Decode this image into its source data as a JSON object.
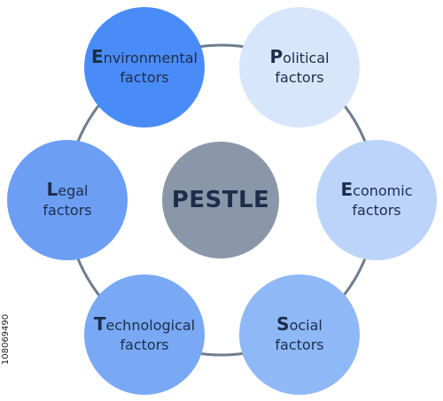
{
  "colors": {
    "ring": "#6f7c8e",
    "center": "#8a97a9",
    "text": "#1c2e4a",
    "environmental": "#4a8cf7",
    "political": "#d8e6fc",
    "economic": "#bcd4fa",
    "social": "#8fb8f7",
    "technological": "#79a9f5",
    "legal": "#6c9ef4"
  },
  "center": {
    "label": "PESTLE"
  },
  "nodes": [
    {
      "key": "environmental",
      "initial": "E",
      "rest": "nvironmental",
      "line2": "factors"
    },
    {
      "key": "political",
      "initial": "P",
      "rest": "olitical",
      "line2": "factors"
    },
    {
      "key": "economic",
      "initial": "E",
      "rest": "conomic",
      "line2": "factors"
    },
    {
      "key": "social",
      "initial": "S",
      "rest": "ocial",
      "line2": "factors"
    },
    {
      "key": "technological",
      "initial": "T",
      "rest": "echnological",
      "line2": "factors"
    },
    {
      "key": "legal",
      "initial": "L",
      "rest": "egal",
      "line2": "factors"
    }
  ],
  "stock_id": "108069490"
}
